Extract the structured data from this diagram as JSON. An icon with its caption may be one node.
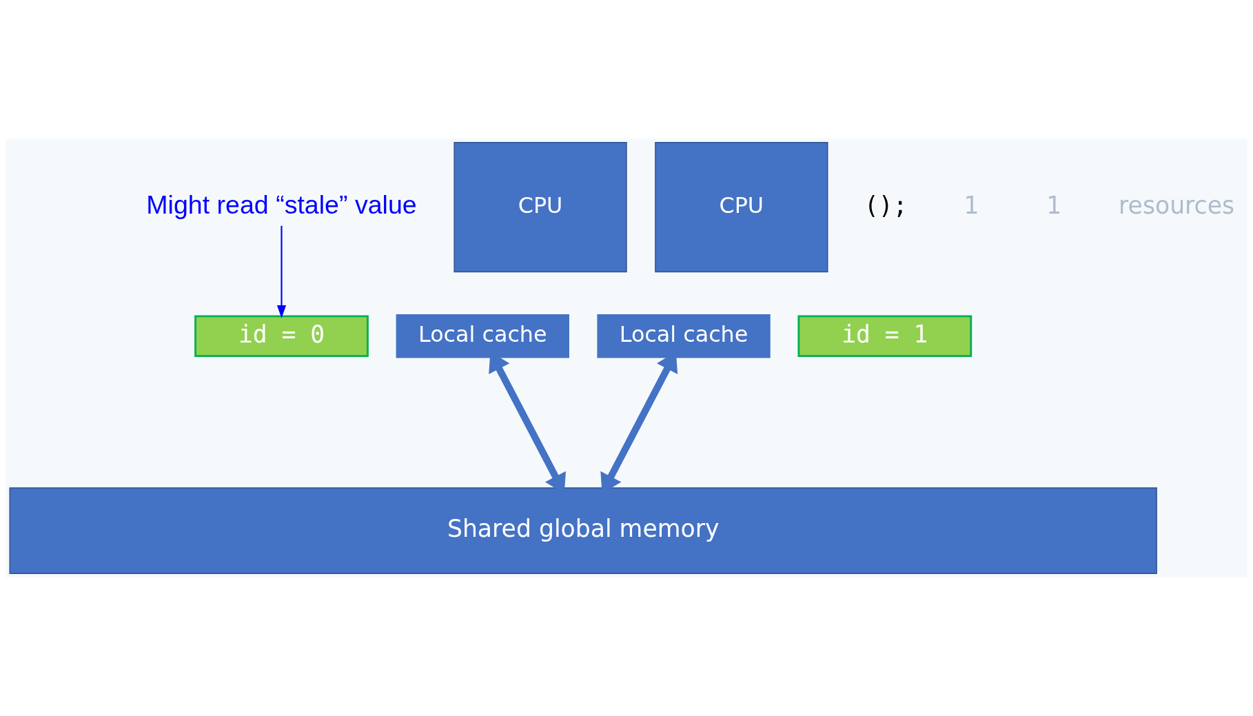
{
  "diagram": {
    "nodes": [
      {
        "text": [
          "Might read “stale” value"
        ]
      },
      {
        "text": [
          "CPU"
        ]
      },
      {
        "text": [
          "Local cache"
        ]
      },
      {
        "text": [
          "id = 1"
        ]
      },
      {
        "text": [
          "CPU"
        ]
      },
      {
        "text": [
          "Local cache"
        ]
      },
      {
        "text": [
          "id = 0"
        ]
      },
      {
        "text": [
          "Shared global memory"
        ]
      }
    ],
    "edges": [
      {
        "from": 0,
        "to": 6,
        "arrow": "to",
        "color": "#0000ff"
      },
      {
        "from": 2,
        "to": 7,
        "arrow": "both"
      },
      {
        "from": 5,
        "to": 7,
        "arrow": "both"
      }
    ],
    "labels": [
      "();",
      "1",
      "1",
      "resources"
    ]
  }
}
